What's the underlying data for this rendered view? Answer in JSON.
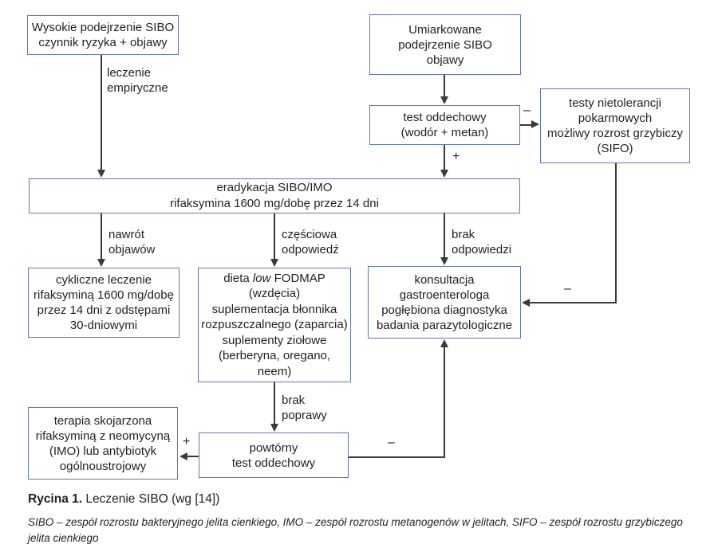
{
  "colors": {
    "box_border": "#6474b2",
    "connector": "#3a3a3a",
    "text": "#231f20",
    "background": "#ffffff"
  },
  "nodes": {
    "high_suspicion": {
      "lines": [
        "Wysokie podejrzenie SIBO",
        "czynnik ryzyka + objawy"
      ]
    },
    "moderate_suspicion": {
      "lines": [
        "Umiarkowane",
        "podejrzenie SIBO",
        "objawy"
      ]
    },
    "breath_test": {
      "lines": [
        "test oddechowy",
        "(wodór + metan)"
      ]
    },
    "intolerance_tests": {
      "lines": [
        "testy nietolerancji",
        "pokarmowych",
        "możliwy rozrost grzybiczy",
        "(SIFO)"
      ]
    },
    "eradication": {
      "lines": [
        "eradykacja SIBO/IMO",
        "rifaksymina 1600 mg/dobę przez 14 dni"
      ]
    },
    "cyclic_treatment": {
      "lines": [
        "cykliczne leczenie",
        "rifaksyminą 1600 mg/dobę",
        "przez 14 dni z odstępami",
        "30-dniowymi"
      ]
    },
    "diet": {
      "line1_prefix": "dieta",
      "line1_italic": "low",
      "line1_suffix": "FODMAP",
      "lines": [
        "(wzdęcia)",
        "suplementacja błonnika",
        "rozpuszczalnego (zaparcia)",
        "suplementy ziołowe",
        "(berberyna, oregano,",
        "neem)"
      ]
    },
    "gastro_consult": {
      "lines": [
        "konsultacja",
        "gastroenterologa",
        "pogłębiona diagnostyka",
        "badania parazytologiczne"
      ]
    },
    "combined_therapy": {
      "lines": [
        "terapia skojarzona",
        "rifaksyminą z neomycyną",
        "(IMO) lub antybiotyk",
        "ogólnoustrojowy"
      ]
    },
    "repeat_breath_test": {
      "lines": [
        "powtórny",
        "test oddechowy"
      ]
    }
  },
  "edge_labels": {
    "empirical": {
      "lines": [
        "leczenie",
        "empiryczne"
      ]
    },
    "relapse": {
      "lines": [
        "nawrót",
        "objawów"
      ]
    },
    "partial_response": {
      "lines": [
        "częściowa",
        "odpowiedź"
      ]
    },
    "no_response": {
      "lines": [
        "brak",
        "odpowiedzi"
      ]
    },
    "no_improvement": {
      "lines": [
        "brak",
        "poprawy"
      ]
    },
    "plus": "+",
    "minus": "–"
  },
  "caption": {
    "bold": "Rycina 1.",
    "text": " Leczenie SIBO (wg [14])"
  },
  "footnote": "SIBO – zespół rozrostu bakteryjnego jelita cienkiego, IMO – zespół rozrostu metanogenów w jelitach, SIFO – zespół rozrostu grzybiczego jelita cienkiego"
}
